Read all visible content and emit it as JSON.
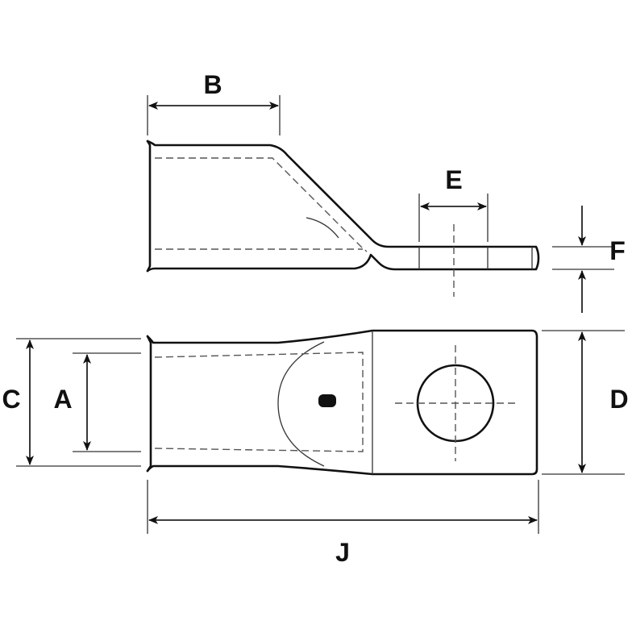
{
  "labels": {
    "B": "B",
    "E": "E",
    "F": "F",
    "C": "C",
    "A": "A",
    "D": "D",
    "J": "J"
  }
}
